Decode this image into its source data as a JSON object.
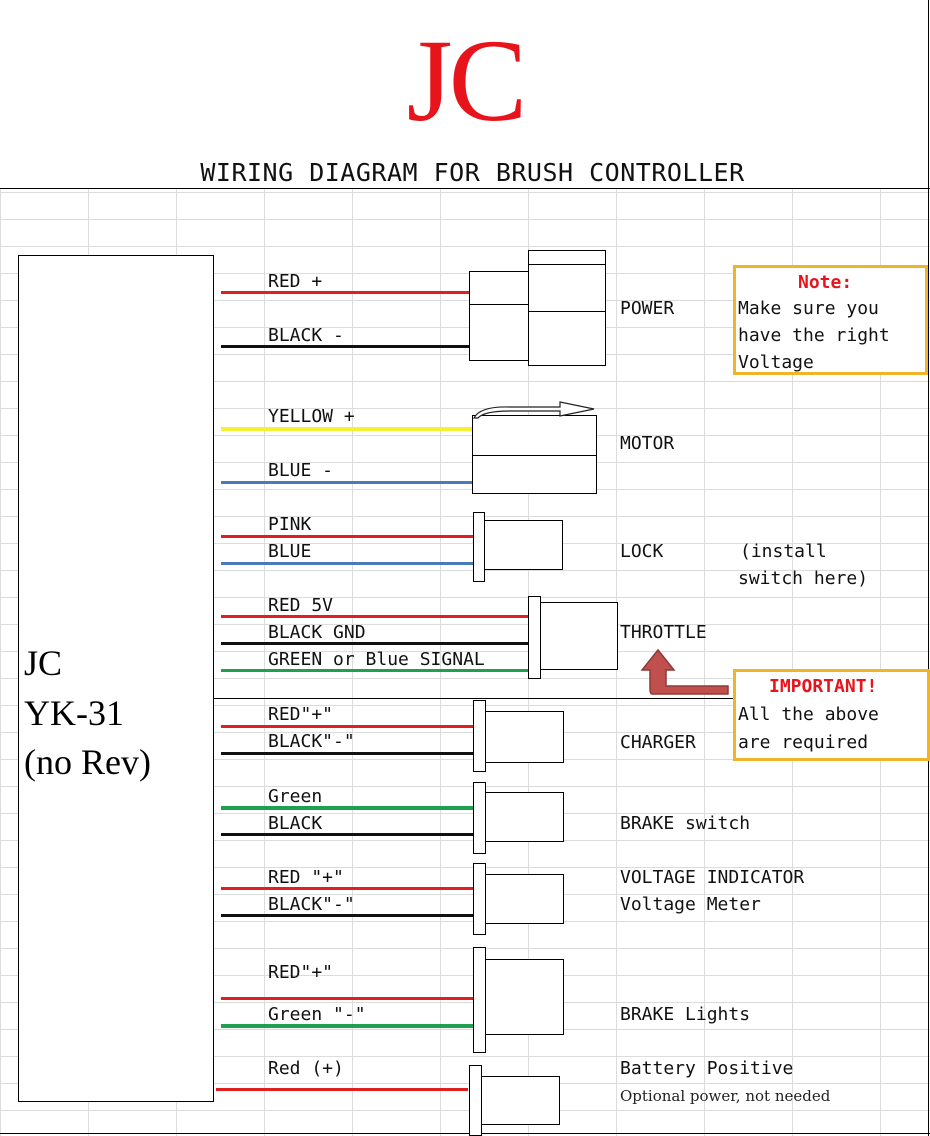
{
  "header": {
    "logo": "JC",
    "title": "WIRING DIAGRAM FOR BRUSH CONTROLLER"
  },
  "controller": {
    "line1": "JC",
    "line2": "YK-31",
    "line3": "(no Rev)"
  },
  "colors": {
    "red": "#e02020",
    "black": "#111111",
    "yellow": "#f5f030",
    "blue": "#4a7ab8",
    "green": "#1ea050",
    "note_border": "#f0b428",
    "note_title": "#e8141c",
    "arrow": "#c0504d"
  },
  "wires": {
    "power_red": "RED   +",
    "power_black": "BLACK   -",
    "motor_yellow": "YELLOW   +",
    "motor_blue": "BLUE  -",
    "lock_pink": "PINK",
    "lock_blue": "BLUE",
    "throttle_red": "RED  5V",
    "throttle_black": "BLACK  GND",
    "throttle_green": "GREEN or Blue SIGNAL",
    "charger_red": "RED\"+\"",
    "charger_black": "BLACK\"-\"",
    "brake_green": "Green",
    "brake_black": "BLACK",
    "volt_red": "RED \"+\"",
    "volt_black": "BLACK\"-\"",
    "lights_red": "RED\"+\"",
    "lights_green": "Green  \"-\"",
    "battery_red": "Red (+)"
  },
  "connectors": {
    "power": "POWER",
    "motor": "MOTOR",
    "lock": "LOCK",
    "lock_note_1": "(install",
    "lock_note_2": "switch here)",
    "throttle": "THROTTLE",
    "charger": "CHARGER",
    "brake_switch": "BRAKE switch",
    "voltage_indicator": "VOLTAGE INDICATOR",
    "voltage_meter": "Voltage Meter",
    "brake_lights": "BRAKE Lights",
    "battery_positive": "Battery Positive",
    "battery_note": "Optional power, not needed"
  },
  "notes": {
    "note_title": "Note:",
    "note_line1": "Make sure you",
    "note_line2": "have the right",
    "note_line3": "Voltage",
    "important_title": "IMPORTANT!",
    "important_line1": "All the above",
    "important_line2": "are required"
  }
}
